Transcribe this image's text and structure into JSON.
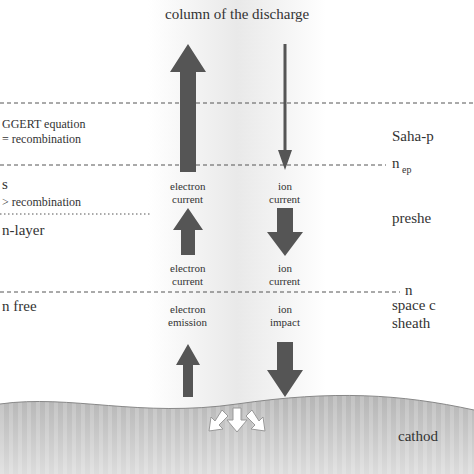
{
  "diagram": {
    "labels": [
      "column of the discharge",
      "GGERT equation",
      "= recombination",
      "Saha-p",
      "electron",
      "current",
      "ion",
      "current",
      "n",
      "ep",
      "s",
      "> recombination",
      "preshe",
      "n-layer",
      "electron",
      "current",
      "ion",
      "current",
      "n",
      "n free",
      "space c",
      "sheath",
      "electron",
      "emission",
      "ion",
      "impact",
      "cathod"
    ]
  }
}
